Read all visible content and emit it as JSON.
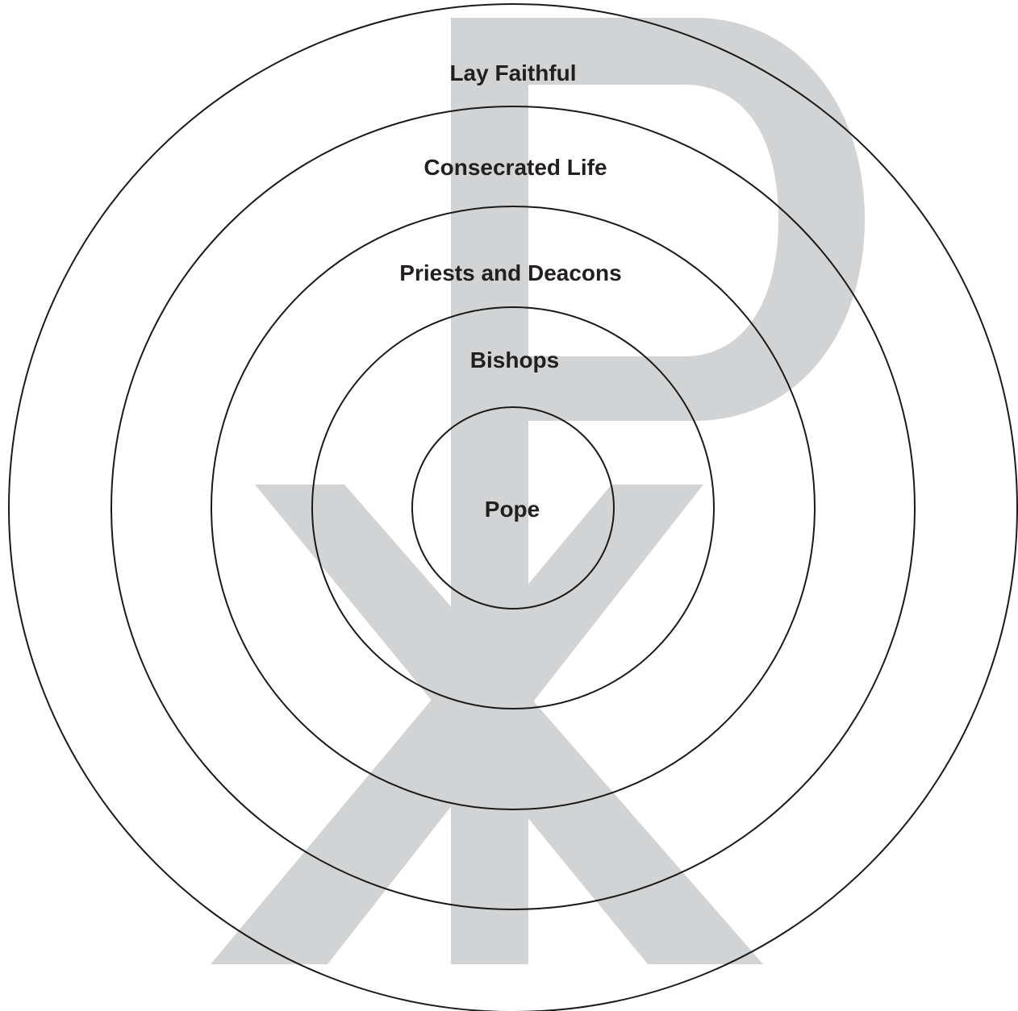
{
  "colors": {
    "background": "#ffffff",
    "ring_stroke": "#1a1a1a",
    "label_text": "#231f20",
    "chi_rho_symbol": "#d1d3d4"
  },
  "watermark": {
    "icon": "chi-rho-icon"
  },
  "rings": [
    {
      "label": "Lay Faithful"
    },
    {
      "label": "Consecrated Life"
    },
    {
      "label": "Priests and Deacons"
    },
    {
      "label": "Bishops"
    },
    {
      "label": "Pope"
    }
  ]
}
